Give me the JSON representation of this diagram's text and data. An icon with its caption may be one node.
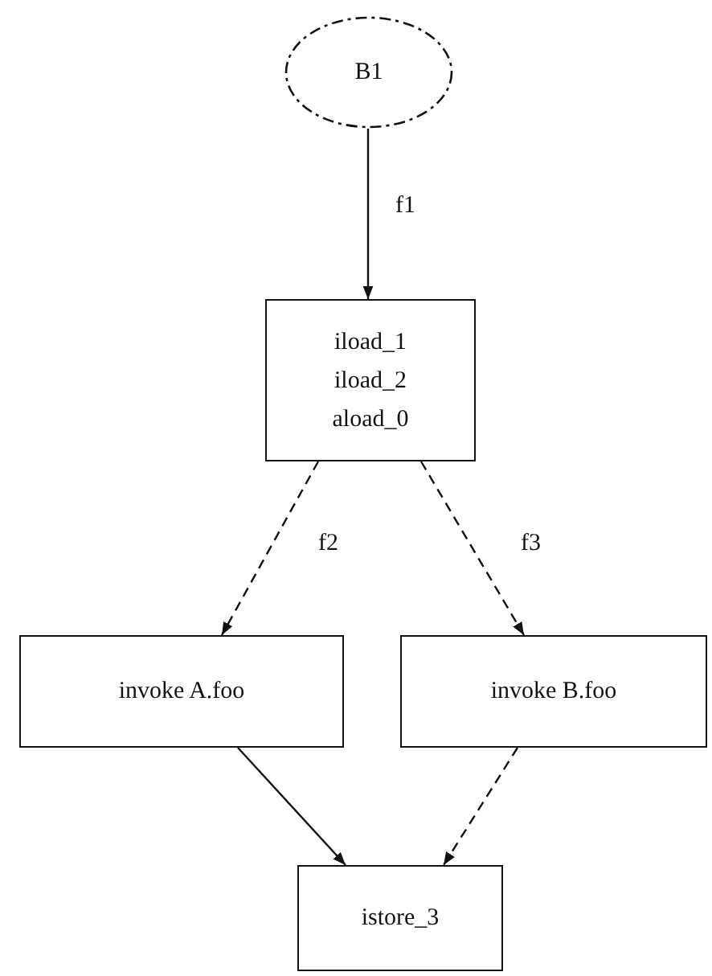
{
  "diagram": {
    "nodes": [
      {
        "text": [
          "B1"
        ]
      },
      {
        "text": [
          "iload_1",
          "iload_2",
          "aload_0"
        ]
      },
      {
        "text": [
          "invoke A.foo"
        ]
      },
      {
        "text": [
          "invoke B.foo"
        ]
      },
      {
        "text": [
          "istore_3"
        ]
      }
    ],
    "edges": [
      {
        "from": 0,
        "to": 1,
        "arrow": "to",
        "label": "f1"
      },
      {
        "from": 1,
        "to": 2,
        "arrow": "to",
        "label": "f2",
        "style": "dashed"
      },
      {
        "from": 1,
        "to": 3,
        "arrow": "to",
        "label": "f3",
        "style": "dashed"
      },
      {
        "from": 2,
        "to": 4,
        "arrow": "to"
      },
      {
        "from": 3,
        "to": 4,
        "arrow": "to",
        "style": "dashed"
      }
    ]
  }
}
